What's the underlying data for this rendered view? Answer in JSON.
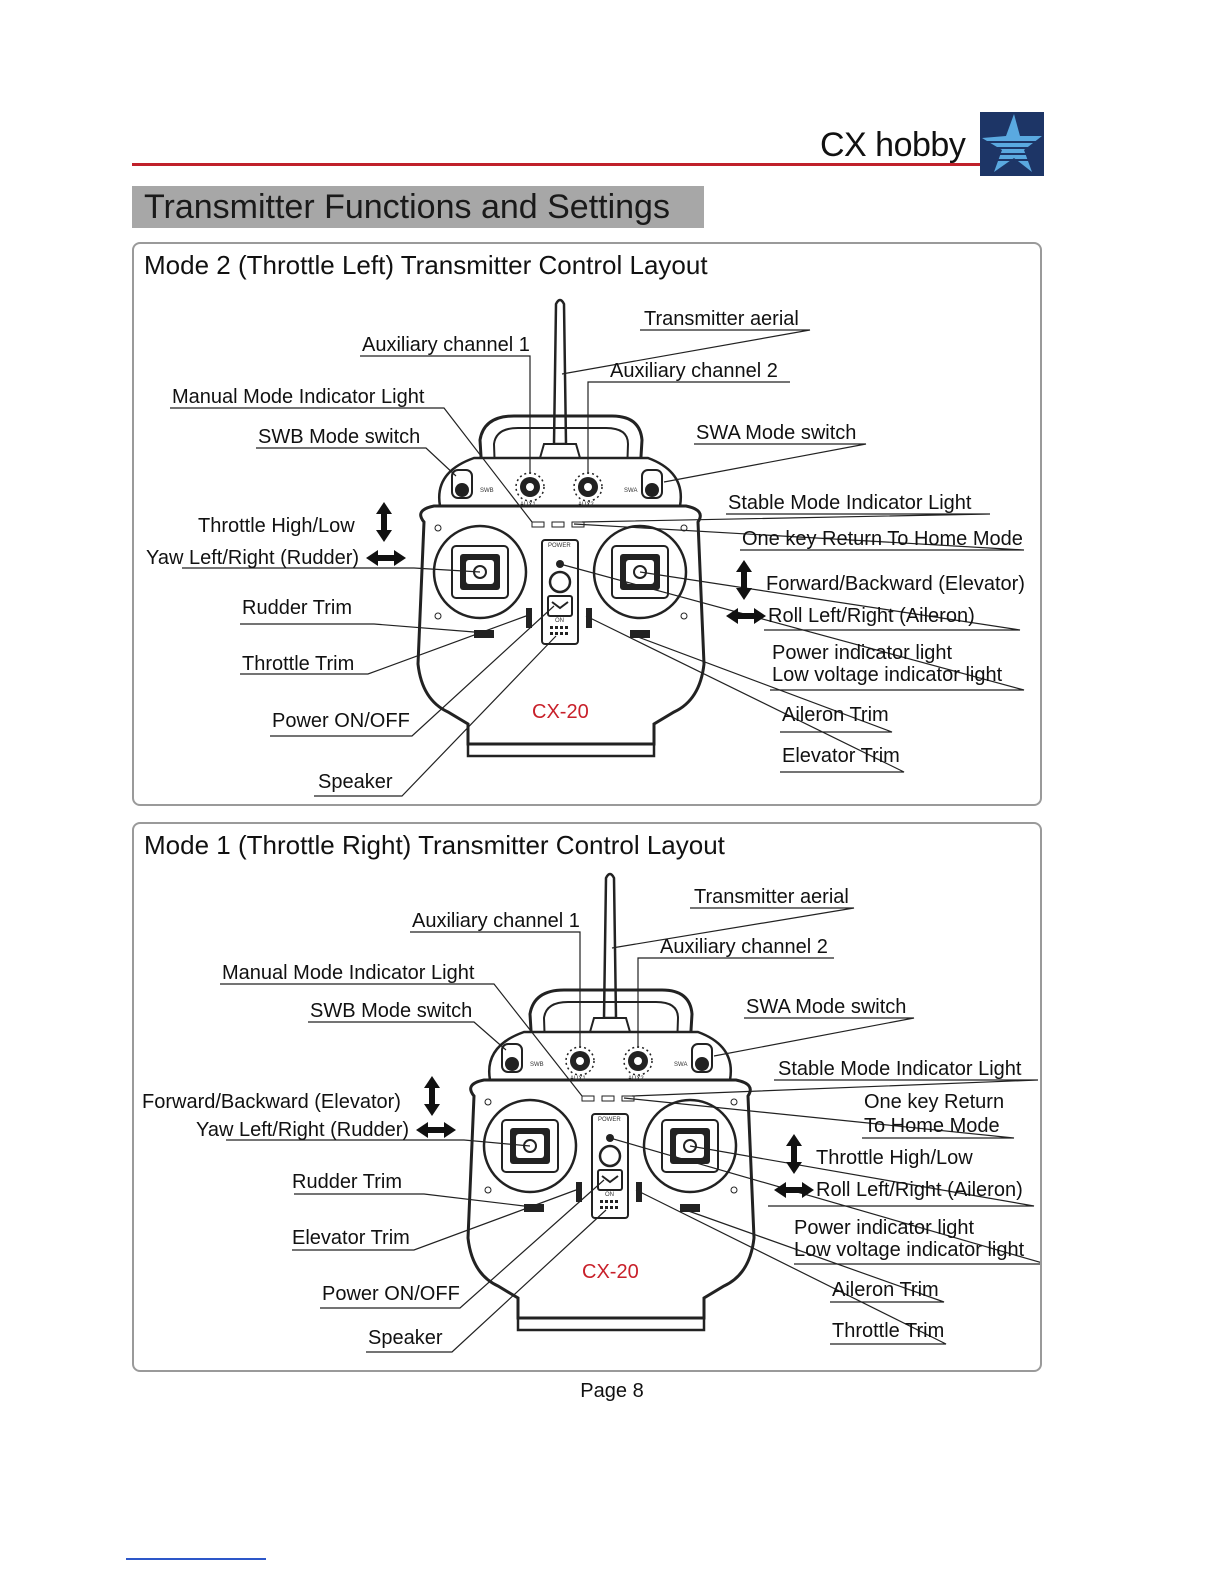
{
  "header": {
    "brand": "CX hobby",
    "logo_icon": "star-logo-icon",
    "accent_color": "#c0202a"
  },
  "section_title": "Transmitter Functions and Settings",
  "mode2": {
    "title": "Mode 2 (Throttle Left) Transmitter Control Layout",
    "labels": {
      "aerial": "Transmitter aerial",
      "aux1": "Auxiliary channel 1",
      "aux2": "Auxiliary channel 2",
      "manual_light": "Manual Mode Indicator Light",
      "swb": "SWB Mode switch",
      "swa": "SWA Mode switch",
      "stable_light": "Stable Mode Indicator Light",
      "rth": "One key Return To Home Mode",
      "left_vertical": "Throttle High/Low",
      "left_horizontal": "Yaw Left/Right (Rudder)",
      "right_vertical": "Forward/Backward (Elevator)",
      "right_horizontal": "Roll Left/Right (Aileron)",
      "rudder_trim": "Rudder Trim",
      "left_center_trim": "Throttle Trim",
      "power_light": "Power indicator light",
      "low_voltage": "Low voltage indicator light",
      "power_switch": "Power ON/OFF",
      "aileron_trim": "Aileron Trim",
      "right_center_trim": "Elevator Trim",
      "speaker": "Speaker",
      "model": "CX-20"
    }
  },
  "mode1": {
    "title": "Mode 1 (Throttle Right) Transmitter Control Layout",
    "labels": {
      "aerial": "Transmitter aerial",
      "aux1": "Auxiliary channel 1",
      "aux2": "Auxiliary channel 2",
      "manual_light": "Manual Mode Indicator Light",
      "swb": "SWB Mode switch",
      "swa": "SWA Mode switch",
      "stable_light": "Stable Mode Indicator Light",
      "rth_1": "One key Return",
      "rth_2": "To Home Mode",
      "left_vertical": "Forward/Backward (Elevator)",
      "left_horizontal": "Yaw Left/Right (Rudder)",
      "right_vertical": "Throttle High/Low",
      "right_horizontal": "Roll Left/Right (Aileron)",
      "rudder_trim": "Rudder Trim",
      "left_center_trim": "Elevator Trim",
      "power_light": "Power indicator light",
      "low_voltage": "Low voltage indicator light",
      "power_switch": "Power ON/OFF",
      "aileron_trim": "Aileron Trim",
      "right_center_trim": "Throttle Trim",
      "speaker": "Speaker",
      "model": "CX-20"
    }
  },
  "device": {
    "swb": "SWB",
    "swa": "SWA",
    "aux1": "AUX1",
    "aux2": "AUX2",
    "power": "POWER",
    "on": "ON"
  },
  "page": "Page 8"
}
